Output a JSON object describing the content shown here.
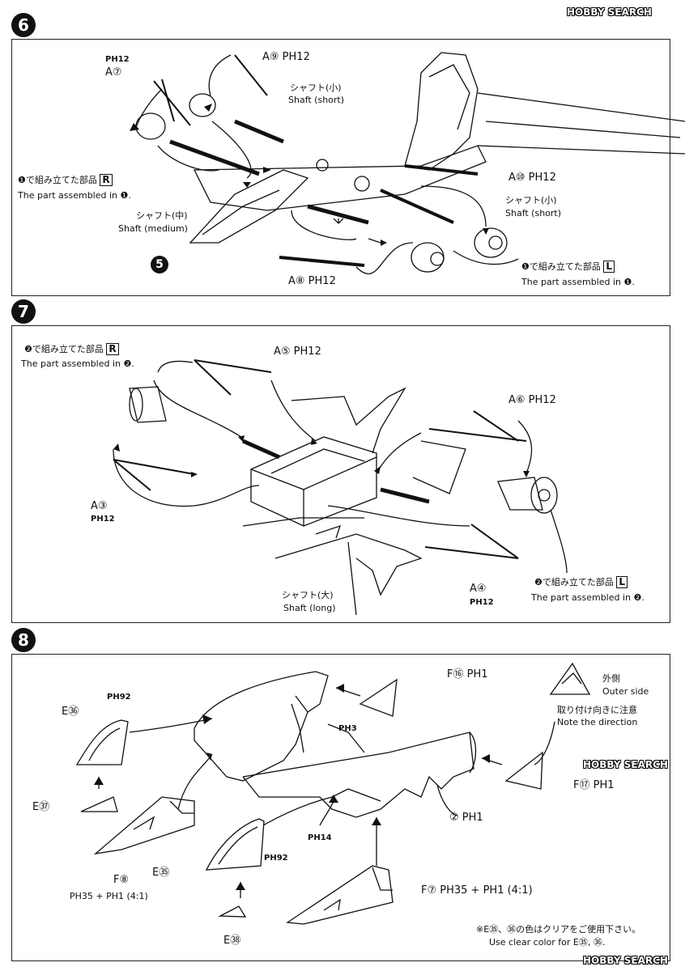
{
  "watermark": "HOBBY SEARCH",
  "steps": [
    {
      "number": "6",
      "callouts": {
        "a7_ref": "PH12",
        "a7": "A⑦",
        "a9": "A⑨ PH12",
        "shaft_short_top_jp": "シャフト(小)",
        "shaft_short_top_en": "Shaft (short)",
        "assembled1_r_jp": "❶で組み立てた部品",
        "assembled1_r_box": "R",
        "assembled1_r_en": "The part assembled in ❶.",
        "a10": "A⑩ PH12",
        "shaft_short_right_jp": "シャフト(小)",
        "shaft_short_right_en": "Shaft (short)",
        "shaft_medium_jp": "シャフト(中)",
        "shaft_medium_en": "Shaft (medium)",
        "ref5": "5",
        "a8": "A⑧ PH12",
        "assembled1_l_jp": "❶で組み立てた部品",
        "assembled1_l_box": "L",
        "assembled1_l_en": "The part assembled in ❶."
      }
    },
    {
      "number": "7",
      "callouts": {
        "assembled2_r_jp": "❷で組み立てた部品",
        "assembled2_r_box": "R",
        "assembled2_r_en": "The part assembled in ❷.",
        "a5": "A⑤ PH12",
        "a6": "A⑥ PH12",
        "a3": "A③",
        "a3_ref": "PH12",
        "shaft_long_jp": "シャフト(大)",
        "shaft_long_en": "Shaft (long)",
        "a4": "A④",
        "a4_ref": "PH12",
        "assembled2_l_jp": "❷で組み立てた部品",
        "assembled2_l_box": "L",
        "assembled2_l_en": "The part assembled in ❷."
      }
    },
    {
      "number": "8",
      "callouts": {
        "f16": "F⑯ PH1",
        "outer_side_jp": "外側",
        "outer_side_en": "Outer side",
        "direction_jp": "取り付け向きに注意",
        "direction_en": "Note the direction",
        "e36_ref": "PH92",
        "e36": "E㊱",
        "ph3": "PH3",
        "f17": "F⑰ PH1",
        "e37": "E㊲",
        "two_ph1": "② PH1",
        "ph14": "PH14",
        "e35_ref": "PH92",
        "e35": "E㉟",
        "f8": "F⑧",
        "f8_mix": "PH35 + PH1 (4:1)",
        "f7": "F⑦ PH35 + PH1 (4:1)",
        "e38": "E㊳",
        "note_jp": "※E㉟、㊱の色はクリアをご使用下さい。",
        "note_en": "Use clear color for E㉟, ㊱."
      }
    }
  ]
}
